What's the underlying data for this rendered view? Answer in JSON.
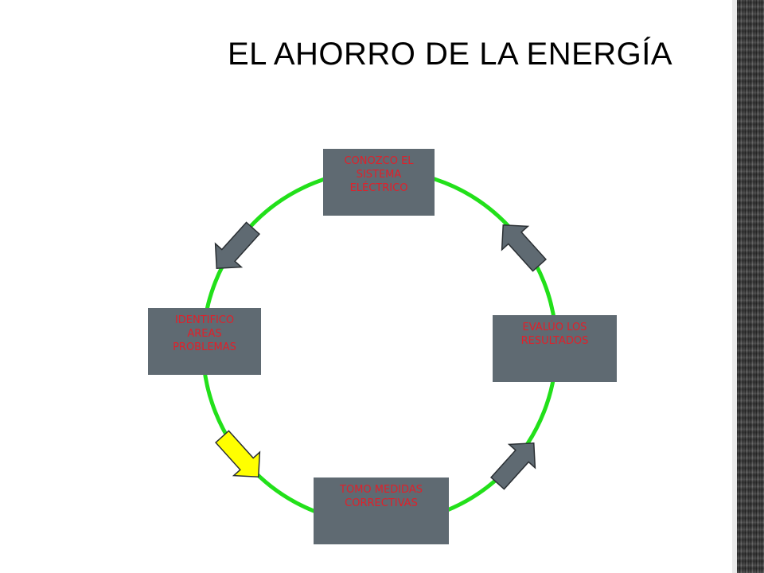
{
  "slide": {
    "title": "EL AHORRO DE LA ENERGÍA"
  },
  "cycle": {
    "nodes": {
      "top": "CONOZCO EL\nSISTEMA\nELÉCTRICO",
      "left": "IDENTIFICO\nAREAS\nPROBLEMAS",
      "bottom": "TOMO MEDIDAS\nCORRECTIVAS",
      "right": "EVALÚO LOS\nRESULTADOS"
    },
    "arrows": [
      {
        "name": "arrow-top-to-left",
        "color": "#5f6a72"
      },
      {
        "name": "arrow-left-to-bottom",
        "color": "#ffff00"
      },
      {
        "name": "arrow-bottom-to-right",
        "color": "#5f6a72"
      },
      {
        "name": "arrow-right-to-top",
        "color": "#5f6a72"
      }
    ],
    "ring_color": "#22e01a",
    "box_color": "#5f6a72",
    "text_color": "#e0202a"
  }
}
